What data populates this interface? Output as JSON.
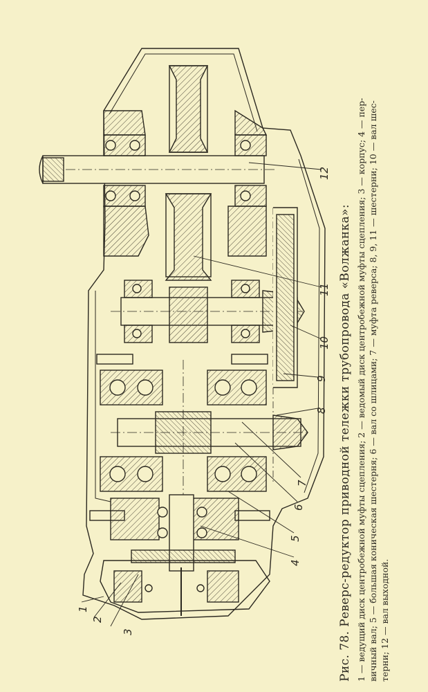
{
  "figure": {
    "title": "Рис. 78. Реверс-редуктор приводной тележки трубопровода «Волжанка»:",
    "legend_lines": [
      "1 — ведущий диск центробежной муфты сцепления; 2 — ведомый диск центробежной муфты сцепления; 3 — корпус; 4 — пер-",
      "вичный вал; 5 — большая коническая шестерня; 6 — вал со шлицами; 7 — муфта реверса; 8, 9, 11 — шестерни; 10 — вал шес-",
      "терни; 12 — вал выходной."
    ]
  },
  "callouts": [
    "1",
    "2",
    "3",
    "4",
    "5",
    "6",
    "7",
    "8",
    "9",
    "10",
    "11",
    "12"
  ],
  "colors": {
    "paper": "#f6f1c9",
    "ink": "#2b2820"
  }
}
